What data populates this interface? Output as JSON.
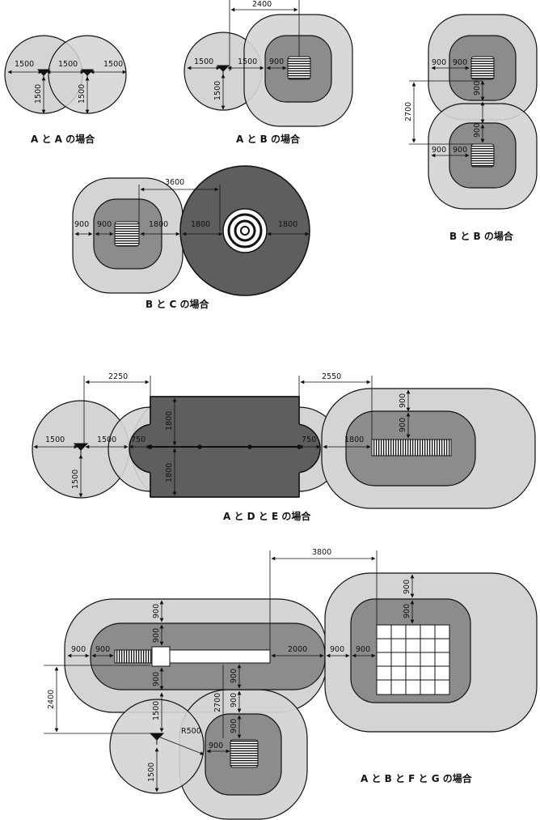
{
  "captions": {
    "aa": "A と A の場合",
    "ab": "A と B の場合",
    "bb": "B と B の場合",
    "bc": "B と C の場合",
    "ade": "A と D と E の場合",
    "abfg": "A と B と F と G の場合"
  },
  "dims": {
    "aa_l": "1500",
    "aa_m": "1500",
    "aa_r": "1500",
    "aa_v1": "1500",
    "aa_v2": "1500",
    "ab_top": "2400",
    "ab_l": "1500",
    "ab_m": "1500",
    "ab_900": "900",
    "ab_v": "1500",
    "bb_900a": "900",
    "bb_900b": "900",
    "bb_900c": "900",
    "bb_900d": "900",
    "bb_900e": "900",
    "bb_900f": "900",
    "bb_2700": "2700",
    "bc_3600": "3600",
    "bc_900a": "900",
    "bc_900b": "900",
    "bc_1800a": "1800",
    "bc_1800b": "1800",
    "bc_1800c": "1800",
    "ade_2250": "2250",
    "ade_2550": "2550",
    "ade_1500a": "1500",
    "ade_1500b": "1500",
    "ade_1500v": "1500",
    "ade_750a": "750",
    "ade_750b": "750",
    "ade_1800a": "1800",
    "ade_1800b": "1800",
    "ade_1800c": "1800",
    "ade_900a": "900",
    "ade_900b": "900",
    "g_3800": "3800",
    "g_900a": "900",
    "g_900b": "900",
    "g_900c": "900",
    "g_900d": "900",
    "g_900e": "900",
    "g_900f": "900",
    "g_900g": "900",
    "g_900h": "900",
    "g_900i": "900",
    "g_900j": "900",
    "g_900k": "900",
    "g_2000": "2000",
    "g_2400": "2400",
    "g_1500a": "1500",
    "g_1500b": "1500",
    "g_2700": "2700",
    "g_r500": "R500"
  },
  "colors": {
    "light": "#d4d4d4",
    "mid": "#8c8c8c",
    "dark": "#5e5e5e",
    "line": "#111111"
  }
}
